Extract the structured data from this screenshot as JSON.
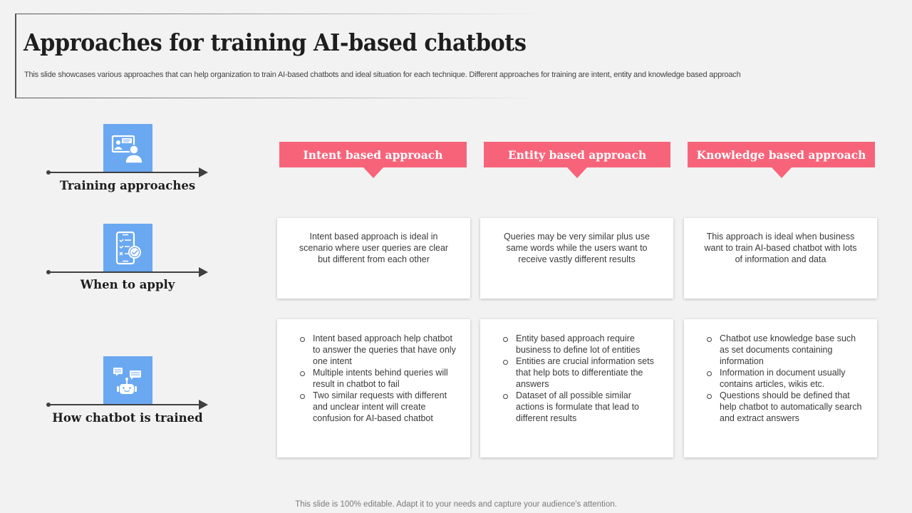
{
  "slide": {
    "title": "Approaches for training AI-based chatbots",
    "subtitle": "This slide showcases various approaches that can help organization to train AI-based chatbots and ideal situation for each technique. Different approaches for training are intent, entity and knowledge based approach",
    "footer": "This slide is 100% editable. Adapt it to your needs and capture your audience's attention."
  },
  "colors": {
    "accent_pink": "#f7647a",
    "icon_blue": "#6aa8f1",
    "background": "#f2f2f2"
  },
  "rows": [
    {
      "label": "Training approaches",
      "icon": "presentation-user-icon"
    },
    {
      "label": "When to apply",
      "icon": "mobile-checklist-icon"
    },
    {
      "label": "How chatbot is trained",
      "icon": "chatbot-robot-icon"
    }
  ],
  "columns": [
    {
      "header": "Intent based approach",
      "when": "Intent based approach is ideal in scenario where user queries are clear but different from each other",
      "how": [
        "Intent based approach help chatbot to answer the queries that have only one intent",
        "Multiple intents behind queries will result in chatbot to fail",
        "Two similar requests with different and unclear intent will create confusion for AI-based chatbot"
      ]
    },
    {
      "header": "Entity based approach",
      "when": "Queries may be very similar plus use same words while the users want to receive vastly different results",
      "how": [
        "Entity based approach require business to define lot of entities",
        "Entities are crucial information sets that help bots to differentiate the answers",
        "Dataset of all possible similar actions is formulate that lead to different results"
      ]
    },
    {
      "header": "Knowledge based approach",
      "when": "This approach is ideal when business want to train AI-based chatbot with lots of information and data",
      "how": [
        "Chatbot use knowledge base such as set documents containing information",
        "Information in document usually contains articles, wikis etc.",
        "Questions should be defined that help chatbot to automatically search and extract answers"
      ]
    }
  ]
}
